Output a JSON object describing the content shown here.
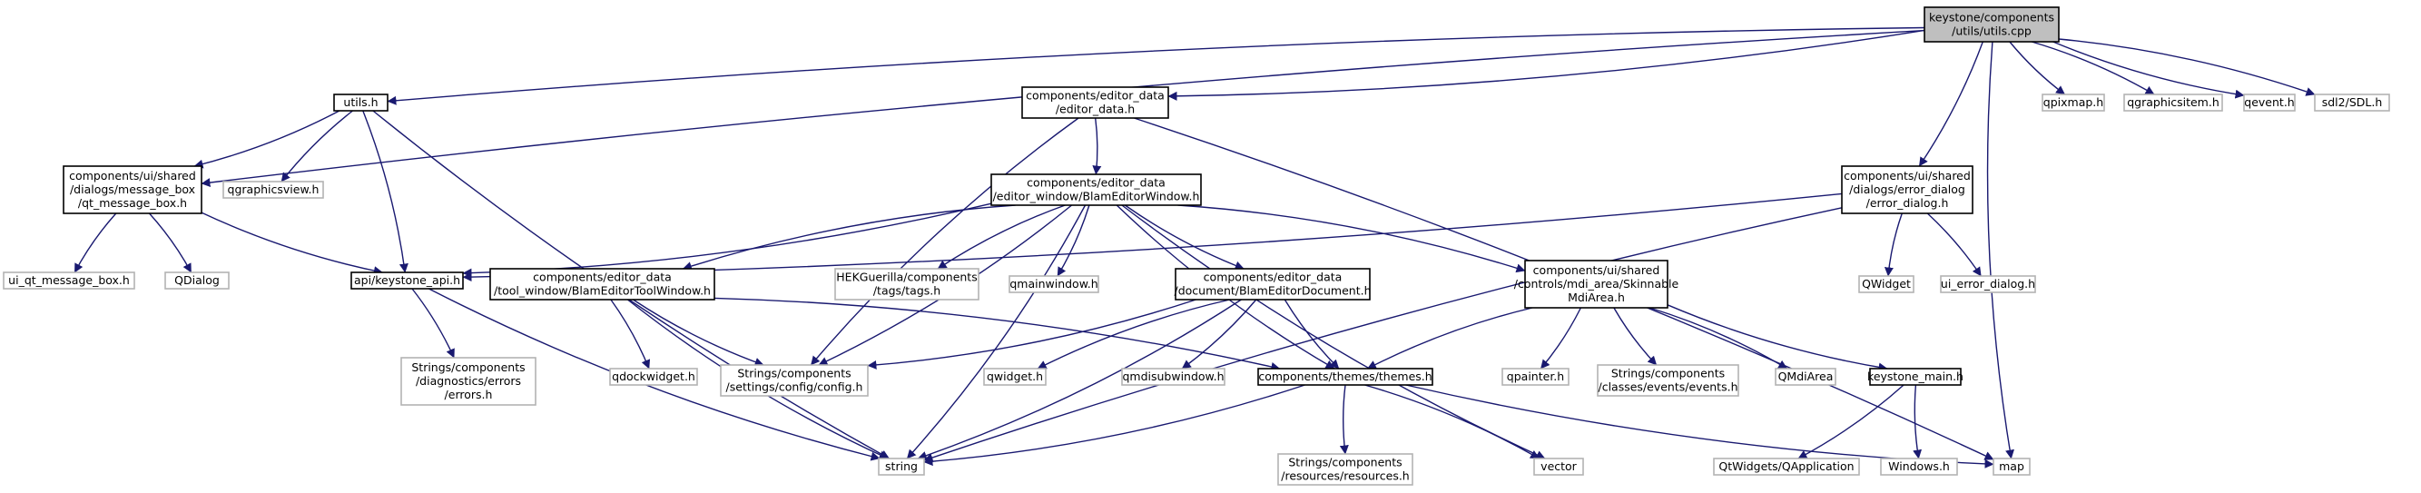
{
  "colors": {
    "edge": "#191970",
    "root_fill": "#bfbfbf",
    "primary_border": "#000000",
    "external_border": "#b3b3b3"
  },
  "nodes": [
    {
      "id": "utils_cpp",
      "kind": "root",
      "lines": [
        "keystone/components",
        "/utils/utils.cpp"
      ]
    },
    {
      "id": "utils_h",
      "kind": "primary",
      "lines": [
        "utils.h"
      ]
    },
    {
      "id": "editor_data_h",
      "kind": "primary",
      "lines": [
        "components/editor_data",
        "/editor_data.h"
      ]
    },
    {
      "id": "qpixmap",
      "kind": "external",
      "lines": [
        "qpixmap.h"
      ]
    },
    {
      "id": "qgraphicsitem",
      "kind": "external",
      "lines": [
        "qgraphicsitem.h"
      ]
    },
    {
      "id": "qevent",
      "kind": "external",
      "lines": [
        "qevent.h"
      ]
    },
    {
      "id": "sdl",
      "kind": "external",
      "lines": [
        "sdl2/SDL.h"
      ]
    },
    {
      "id": "qt_message_box",
      "kind": "primary",
      "lines": [
        "components/ui/shared",
        "/dialogs/message_box",
        "/qt_message_box.h"
      ]
    },
    {
      "id": "qgraphicsview",
      "kind": "external",
      "lines": [
        "qgraphicsview.h"
      ]
    },
    {
      "id": "blam_editor_window",
      "kind": "primary",
      "lines": [
        "components/editor_data",
        "/editor_window/BlamEditorWindow.h"
      ]
    },
    {
      "id": "error_dialog",
      "kind": "primary",
      "lines": [
        "components/ui/shared",
        "/dialogs/error_dialog",
        "/error_dialog.h"
      ]
    },
    {
      "id": "ui_qt_message_box",
      "kind": "external",
      "lines": [
        "ui_qt_message_box.h"
      ]
    },
    {
      "id": "qdialog",
      "kind": "external",
      "lines": [
        "QDialog"
      ]
    },
    {
      "id": "keystone_api",
      "kind": "primary",
      "lines": [
        "api/keystone_api.h"
      ]
    },
    {
      "id": "tool_window",
      "kind": "primary",
      "lines": [
        "components/editor_data",
        "/tool_window/BlamEditorToolWindow.h"
      ]
    },
    {
      "id": "hek_tags",
      "kind": "external",
      "lines": [
        "HEKGuerilla/components",
        "/tags/tags.h"
      ]
    },
    {
      "id": "qmainwindow",
      "kind": "external",
      "lines": [
        "qmainwindow.h"
      ]
    },
    {
      "id": "blam_editor_document",
      "kind": "primary",
      "lines": [
        "components/editor_data",
        "/document/BlamEditorDocument.h"
      ]
    },
    {
      "id": "skinnable_mdi",
      "kind": "primary",
      "lines": [
        "components/ui/shared",
        "/controls/mdi_area/Skinnable",
        "MdiArea.h"
      ]
    },
    {
      "id": "qwidget_cap",
      "kind": "external",
      "lines": [
        "QWidget"
      ]
    },
    {
      "id": "ui_error_dialog",
      "kind": "external",
      "lines": [
        "ui_error_dialog.h"
      ]
    },
    {
      "id": "diag_errors",
      "kind": "external",
      "lines": [
        "Strings/components",
        "/diagnostics/errors",
        "/errors.h"
      ]
    },
    {
      "id": "qdockwidget",
      "kind": "external",
      "lines": [
        "qdockwidget.h"
      ]
    },
    {
      "id": "config",
      "kind": "external",
      "lines": [
        "Strings/components",
        "/settings/config/config.h"
      ]
    },
    {
      "id": "qwidget_h",
      "kind": "external",
      "lines": [
        "qwidget.h"
      ]
    },
    {
      "id": "qmdisubwindow",
      "kind": "external",
      "lines": [
        "qmdisubwindow.h"
      ]
    },
    {
      "id": "themes",
      "kind": "primary",
      "lines": [
        "components/themes/themes.h"
      ]
    },
    {
      "id": "qpainter",
      "kind": "external",
      "lines": [
        "qpainter.h"
      ]
    },
    {
      "id": "events",
      "kind": "external",
      "lines": [
        "Strings/components",
        "/classes/events/events.h"
      ]
    },
    {
      "id": "qmdiarea",
      "kind": "external",
      "lines": [
        "QMdiArea"
      ]
    },
    {
      "id": "keystone_main",
      "kind": "primary",
      "lines": [
        "keystone_main.h"
      ]
    },
    {
      "id": "string",
      "kind": "external",
      "lines": [
        "string"
      ]
    },
    {
      "id": "resources",
      "kind": "external",
      "lines": [
        "Strings/components",
        "/resources/resources.h"
      ]
    },
    {
      "id": "vector",
      "kind": "external",
      "lines": [
        "vector"
      ]
    },
    {
      "id": "qapplication",
      "kind": "external",
      "lines": [
        "QtWidgets/QApplication"
      ]
    },
    {
      "id": "windows",
      "kind": "external",
      "lines": [
        "Windows.h"
      ]
    },
    {
      "id": "map",
      "kind": "external",
      "lines": [
        "map"
      ]
    }
  ],
  "edges": [
    [
      "utils_cpp",
      "utils_h"
    ],
    [
      "utils_cpp",
      "editor_data_h"
    ],
    [
      "utils_cpp",
      "qt_message_box"
    ],
    [
      "utils_cpp",
      "error_dialog"
    ],
    [
      "utils_cpp",
      "qpixmap"
    ],
    [
      "utils_cpp",
      "qgraphicsitem"
    ],
    [
      "utils_cpp",
      "qevent"
    ],
    [
      "utils_cpp",
      "sdl"
    ],
    [
      "utils_cpp",
      "map"
    ],
    [
      "utils_h",
      "qt_message_box"
    ],
    [
      "utils_h",
      "qgraphicsview"
    ],
    [
      "utils_h",
      "keystone_api"
    ],
    [
      "utils_h",
      "string"
    ],
    [
      "editor_data_h",
      "blam_editor_window"
    ],
    [
      "editor_data_h",
      "config"
    ],
    [
      "editor_data_h",
      "map"
    ],
    [
      "qt_message_box",
      "ui_qt_message_box"
    ],
    [
      "qt_message_box",
      "qdialog"
    ],
    [
      "qt_message_box",
      "keystone_api"
    ],
    [
      "blam_editor_window",
      "keystone_api"
    ],
    [
      "blam_editor_window",
      "tool_window"
    ],
    [
      "blam_editor_window",
      "config"
    ],
    [
      "blam_editor_window",
      "hek_tags"
    ],
    [
      "blam_editor_window",
      "qmainwindow"
    ],
    [
      "blam_editor_window",
      "blam_editor_document"
    ],
    [
      "blam_editor_window",
      "skinnable_mdi"
    ],
    [
      "blam_editor_window",
      "themes"
    ],
    [
      "blam_editor_window",
      "string"
    ],
    [
      "blam_editor_window",
      "vector"
    ],
    [
      "error_dialog",
      "keystone_api"
    ],
    [
      "error_dialog",
      "qwidget_cap"
    ],
    [
      "error_dialog",
      "ui_error_dialog"
    ],
    [
      "error_dialog",
      "string"
    ],
    [
      "keystone_api",
      "diag_errors"
    ],
    [
      "keystone_api",
      "string"
    ],
    [
      "tool_window",
      "qdockwidget"
    ],
    [
      "tool_window",
      "config"
    ],
    [
      "tool_window",
      "themes"
    ],
    [
      "tool_window",
      "string"
    ],
    [
      "blam_editor_document",
      "config"
    ],
    [
      "blam_editor_document",
      "qwidget_h"
    ],
    [
      "blam_editor_document",
      "qmdisubwindow"
    ],
    [
      "blam_editor_document",
      "themes"
    ],
    [
      "blam_editor_document",
      "string"
    ],
    [
      "skinnable_mdi",
      "themes"
    ],
    [
      "skinnable_mdi",
      "qpainter"
    ],
    [
      "skinnable_mdi",
      "events"
    ],
    [
      "skinnable_mdi",
      "qmdiarea"
    ],
    [
      "skinnable_mdi",
      "keystone_main"
    ],
    [
      "themes",
      "string"
    ],
    [
      "themes",
      "resources"
    ],
    [
      "themes",
      "vector"
    ],
    [
      "themes",
      "map"
    ],
    [
      "keystone_main",
      "qapplication"
    ],
    [
      "keystone_main",
      "windows"
    ]
  ]
}
